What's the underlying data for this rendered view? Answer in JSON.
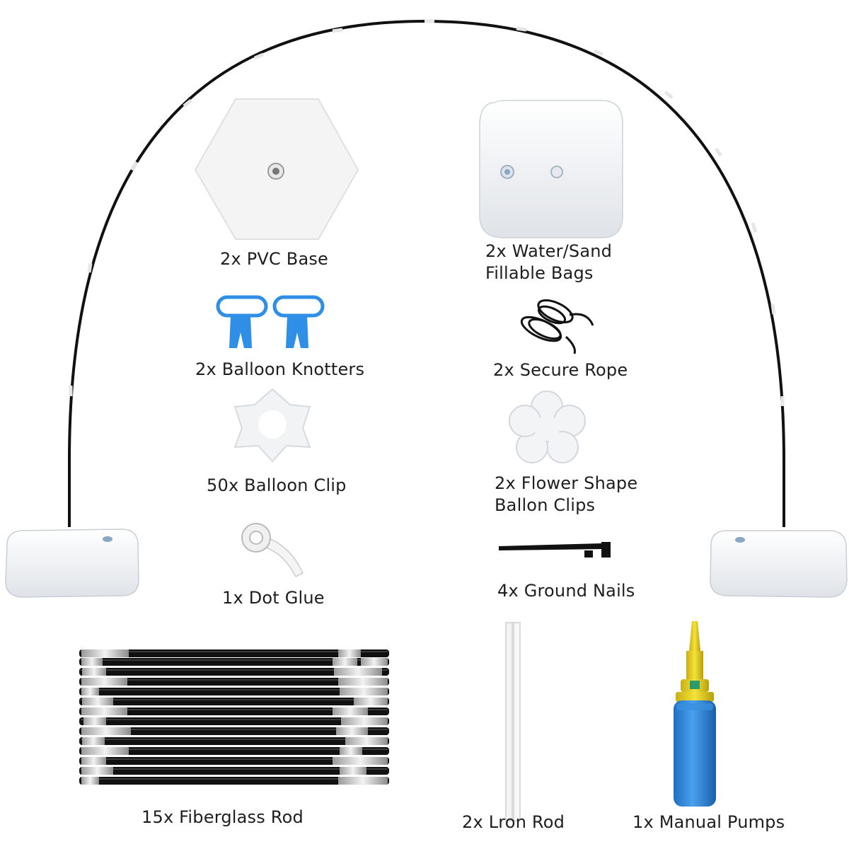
{
  "items": {
    "pvc_base": "2x PVC Base",
    "water_bags_line1": "2x Water/Sand",
    "water_bags_line2": "Fillable Bags",
    "knotters": "2x Balloon Knotters",
    "rope": "2x Secure Rope",
    "balloon_clip": "50x Balloon Clip",
    "flower_line1": "2x Flower Shape",
    "flower_line2": "Ballon Clips",
    "dot_glue": "1x Dot Glue",
    "ground_nails": "4x Ground Nails",
    "fiberglass_rod": "15x Fiberglass Rod",
    "iron_rod": "2x Lron Rod",
    "pump": "1x Manual Pumps"
  },
  "colors": {
    "rod": "#111111",
    "metal": "#c8c8c8",
    "knotter_blue": "#2f8ee6",
    "pump_blue": "#2f86d6",
    "pump_yellow": "#e8d21a",
    "bag_white": "#f4f6f8"
  }
}
